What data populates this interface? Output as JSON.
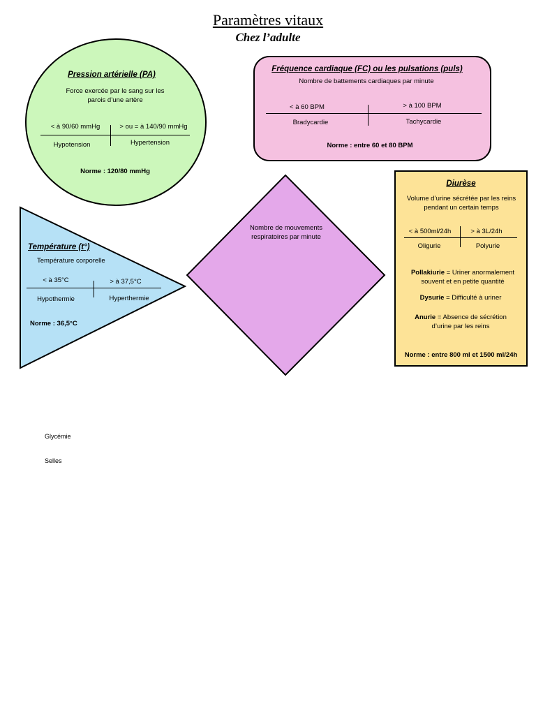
{
  "title": "Paramètres vitaux",
  "subtitle": "Chez l’adulte",
  "colors": {
    "pa_fill": "#ccf7bb",
    "fc_fill": "#f5c1e0",
    "temp_fill": "#b6e1f6",
    "resp_fill": "#e4a8ea",
    "diurese_fill": "#fde397",
    "stroke": "#000000"
  },
  "pa": {
    "heading": "Pression artérielle (PA)",
    "definition": "Force exercée par le sang sur les parois d’une artère",
    "low_threshold": "< à 90/60 mmHg",
    "high_threshold": "> ou = à 140/90 mmHg",
    "low_term": "Hypotension",
    "high_term": "Hypertension",
    "norm": "Norme : 120/80 mmHg"
  },
  "fc": {
    "heading": "Fréquence cardiaque (FC) ou les pulsations (puls)",
    "definition": "Nombre de battements cardiaques par minute",
    "low_threshold": "< à 60 BPM",
    "high_threshold": "> à 100 BPM",
    "low_term": "Bradycardie",
    "high_term": "Tachycardie",
    "norm": "Norme : entre 60 et 80 BPM"
  },
  "temperature": {
    "heading": "Température (t°)",
    "definition": "Température corporelle",
    "low_threshold": "< à 35°C",
    "high_threshold": "> à 37,5°C",
    "low_term": "Hypothermie",
    "high_term": "Hyperthermie",
    "norm": "Norme : 36,5°C"
  },
  "respiration": {
    "definition": "Nombre de mouvements respiratoires par minute"
  },
  "diurese": {
    "heading": "Diurèse",
    "definition": "Volume d’urine sécrétée par les reins pendant un certain temps",
    "low_threshold": "< à 500ml/24h",
    "high_threshold": "> à 3L/24h",
    "low_term": "Oligurie",
    "high_term": "Polyurie",
    "pollakiurie_term": "Pollakiurie",
    "pollakiurie_def": "= Uriner anormalement souvent et en petite quantité",
    "dysurie_term": "Dysurie",
    "dysurie_def": "= Difficulté à uriner",
    "anurie_term": "Anurie",
    "anurie_def": "= Absence de sécrétion d’urine par les reins",
    "norm": "Norme : entre 800 ml et 1500 ml/24h"
  },
  "extra_items": [
    "Glycémie",
    "Selles"
  ]
}
